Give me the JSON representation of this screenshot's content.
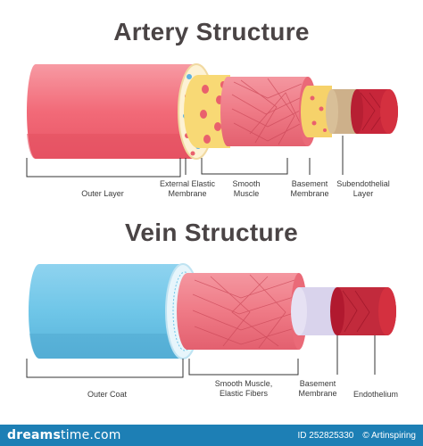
{
  "artery": {
    "title": "Artery Structure",
    "labels": {
      "outer_layer": "Outer Layer",
      "external_elastic": "External Elastic\nMembrane",
      "smooth_muscle": "Smooth\nMuscle",
      "basement": "Basement\nMembrane",
      "subendothelial": "Subendothelial\nLayer"
    }
  },
  "vein": {
    "title": "Vein Structure",
    "labels": {
      "outer_coat": "Outer Coat",
      "smooth_muscle": "Smooth Muscle,\nElastic Fibers",
      "basement": "Basement\nMembrane",
      "endothelium": "Endothelium"
    }
  },
  "colors": {
    "artery_outer": "#f26a78",
    "artery_outer_light": "#f79aa3",
    "elastic": "#f8e6b8",
    "muscle": "#ef7a86",
    "basement": "#f6d26a",
    "subendothelial": "#cdb08a",
    "lumen": "#c7263a",
    "vein_outer": "#6fc6e8",
    "vein_muscle": "#f0808c",
    "vein_basement": "#d9d3ec",
    "vein_lumen": "#c22a3c"
  },
  "footer": {
    "logo_prefix": "dreams",
    "logo_suffix": "time.com",
    "id_text": "ID 252825330",
    "author": "© Artinspiring"
  }
}
